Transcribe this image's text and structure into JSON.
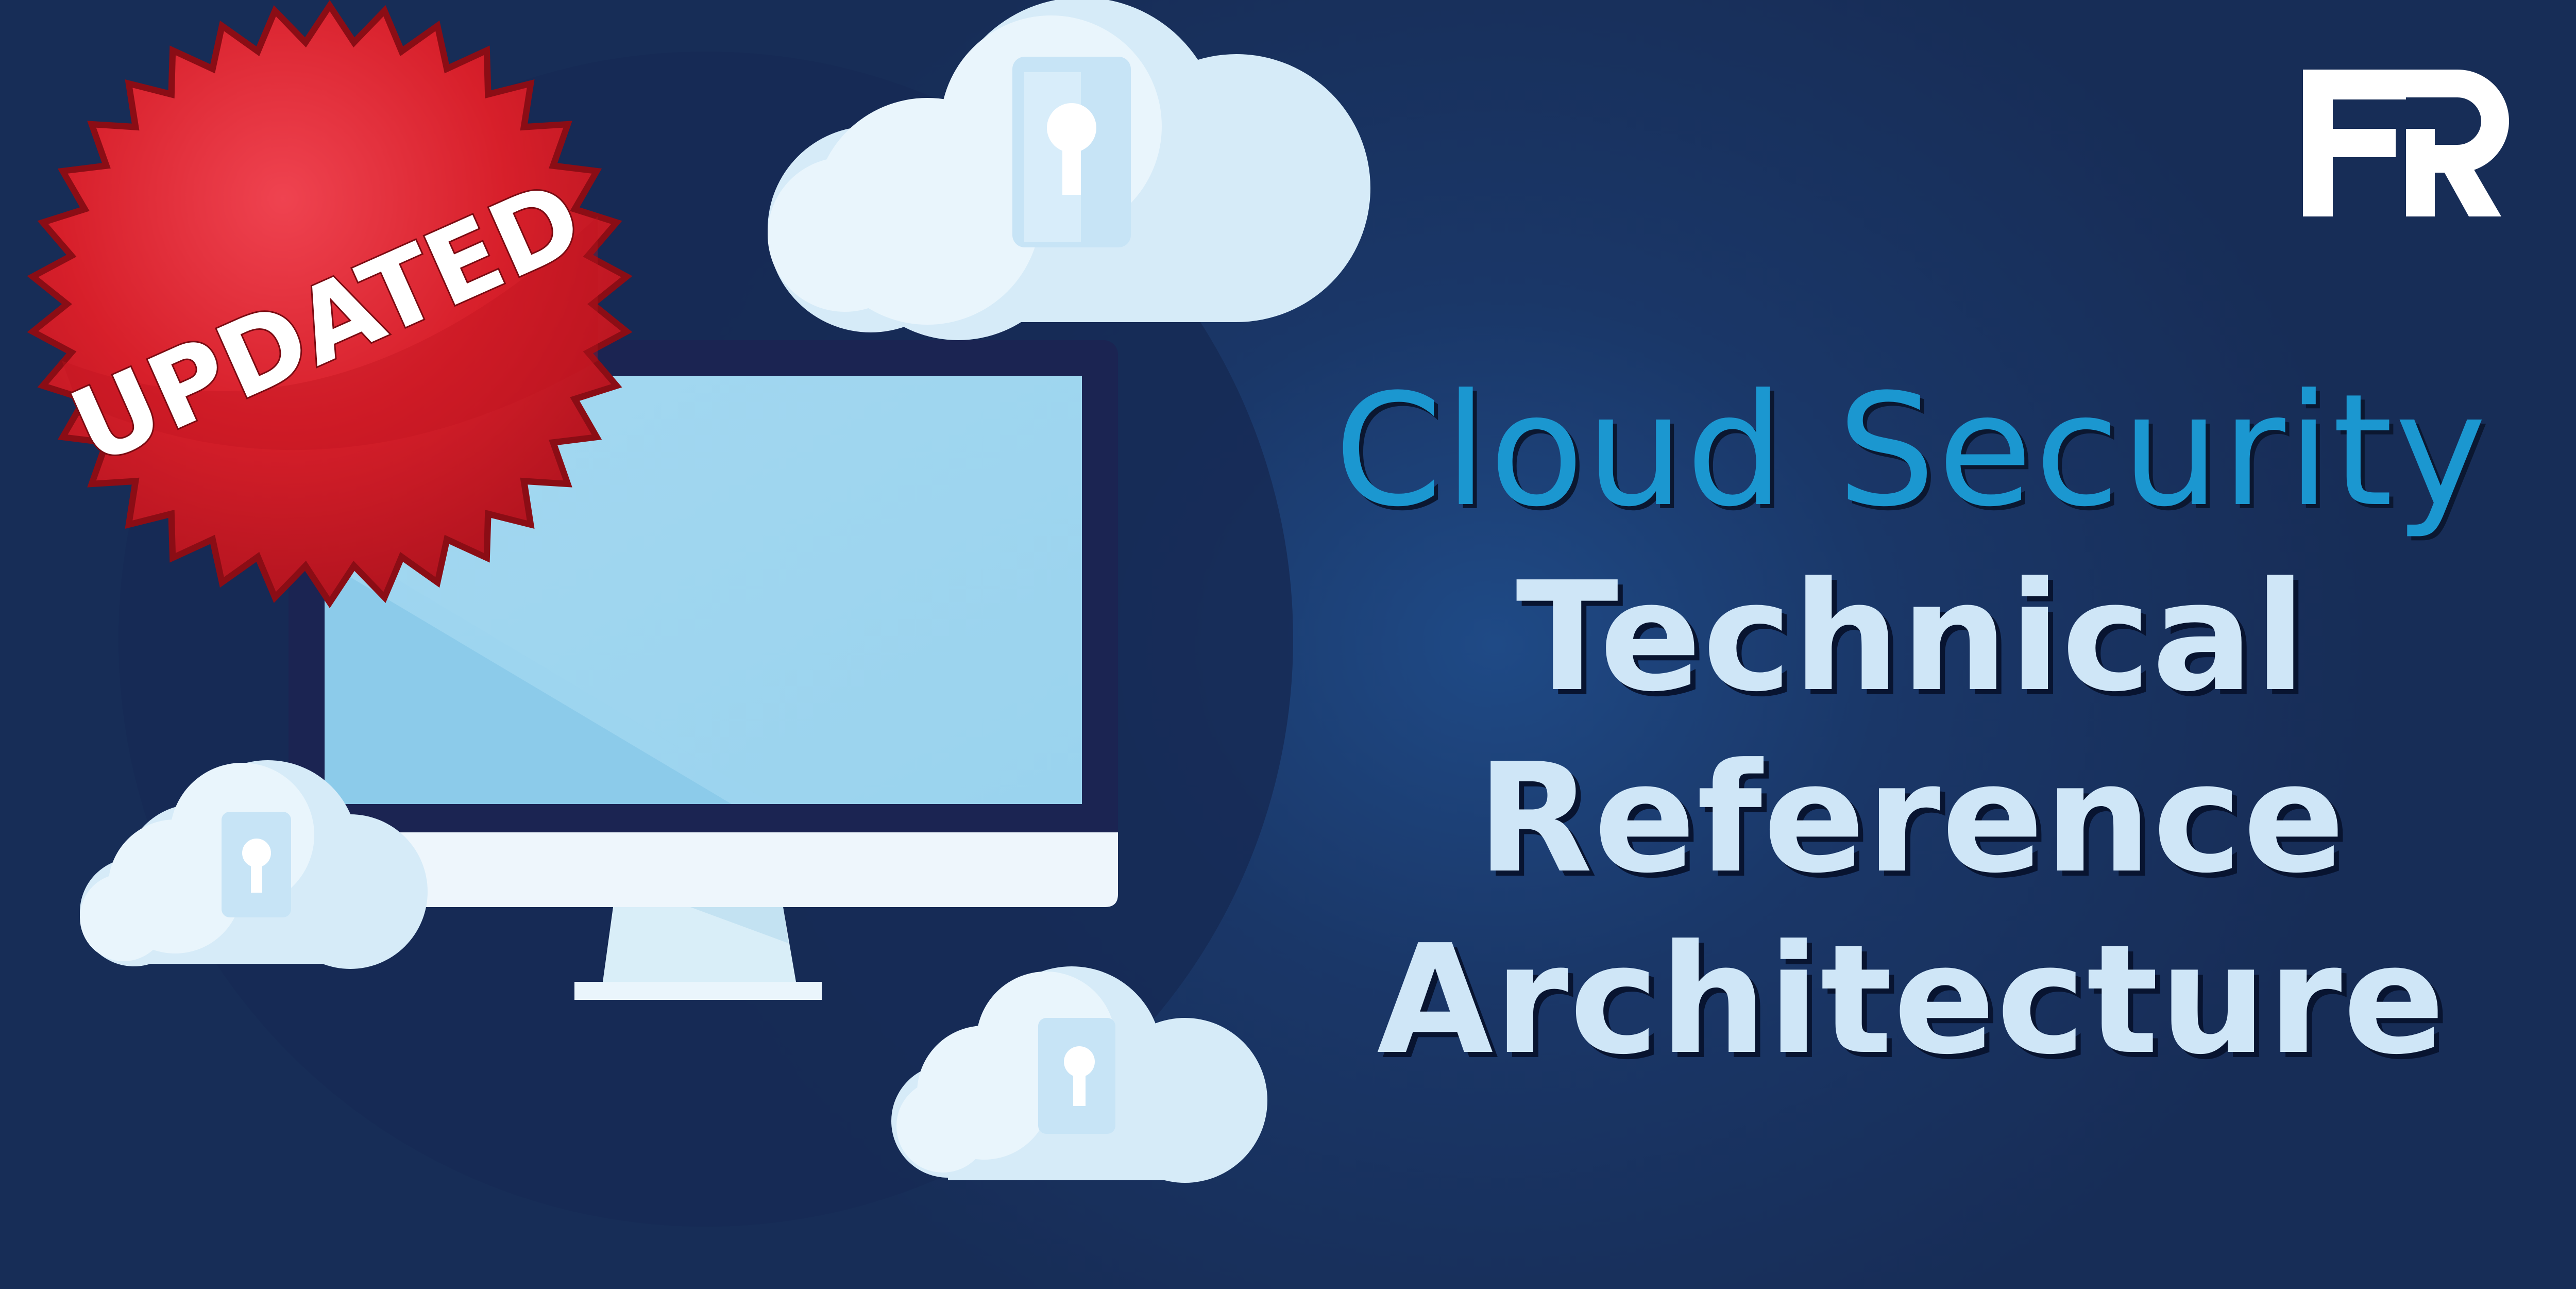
{
  "badge": {
    "label": "UPDATED"
  },
  "logo": {
    "label": "FR",
    "color": "#ffffff"
  },
  "title": {
    "line1": "Cloud Security",
    "line2": "Technical",
    "line3": "Reference",
    "line4": "Architecture"
  },
  "colors": {
    "background": "#1a3461",
    "title_light": "#1b97d0",
    "title_bold": "#cfe6f7",
    "badge_red": "#d71f2a",
    "cloud": "#d6ebf8",
    "screen": "#9fd6ef",
    "monitor_frame": "#1b2452"
  },
  "icons": [
    "starburst-badge-icon",
    "cloud-lock-icon",
    "monitor-icon",
    "keyhole-icon"
  ]
}
